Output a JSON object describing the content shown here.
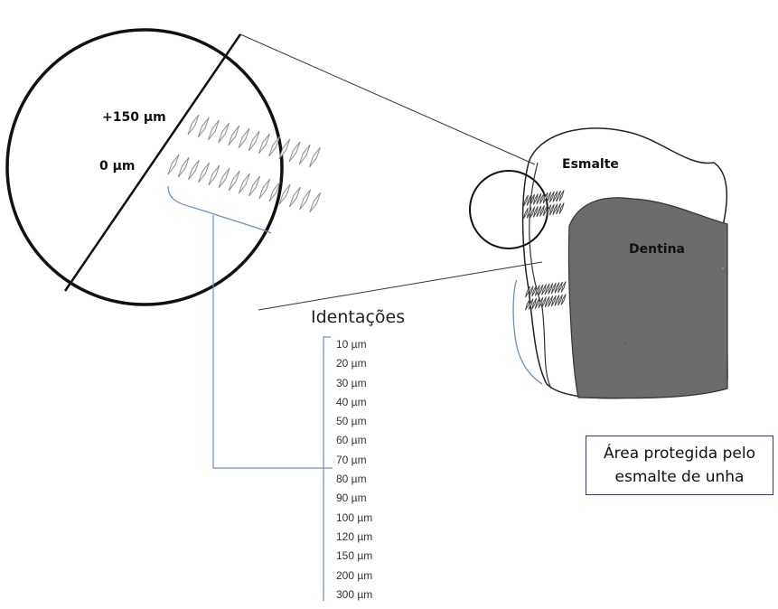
{
  "labels": {
    "plus150": "+150 µm",
    "zero": "0 µm",
    "esmalte": "Esmalte",
    "dentina": "Dentina",
    "identacoes": "Identações"
  },
  "depths": [
    "10 µm",
    "20 µm",
    "30 µm",
    "40 µm",
    "50 µm",
    "60 µm",
    "70 µm",
    "80 µm",
    "90 µm",
    "100 µm",
    "120 µm",
    "150 µm",
    "200 µm",
    "300 µm"
  ],
  "note": {
    "line1": "Área protegida pelo",
    "line2": "esmalte de unha"
  },
  "colors": {
    "dentin": "#6b6b6b",
    "bracket": "#6b8fc4",
    "note_border": "#2b3a8c",
    "indent": "#888888"
  }
}
